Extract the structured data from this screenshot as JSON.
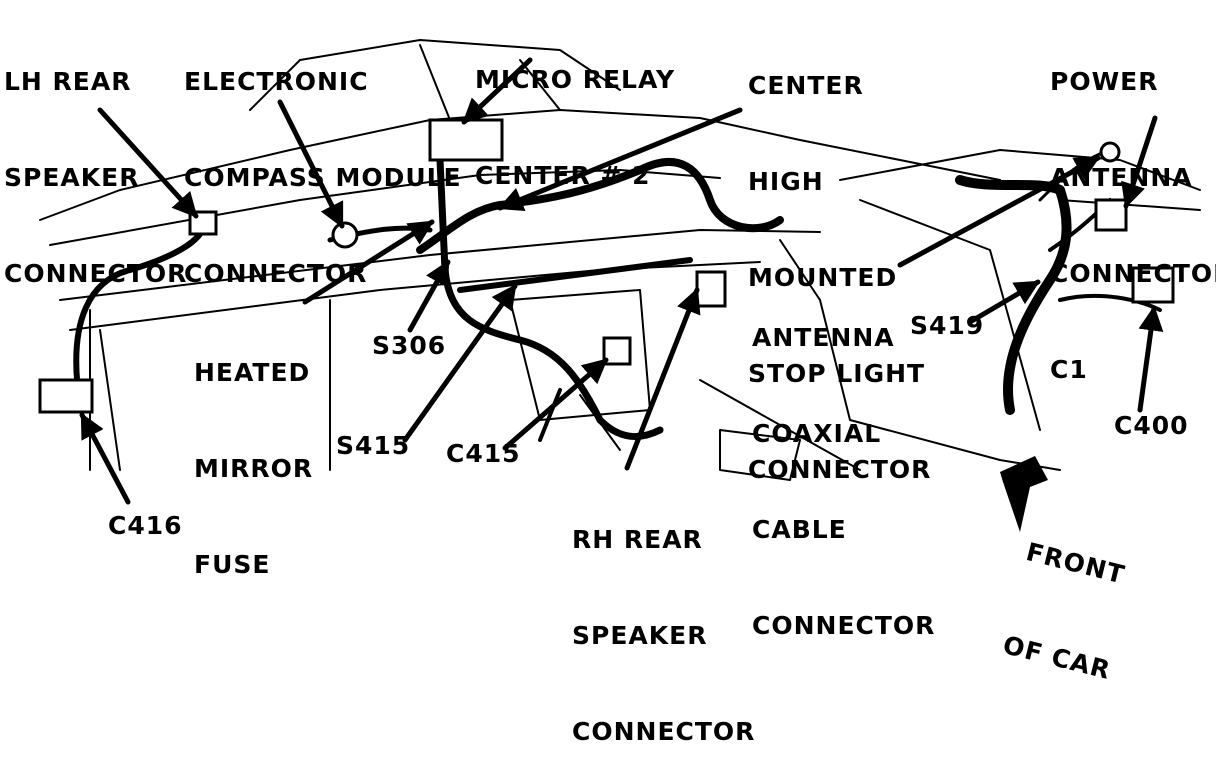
{
  "labels": {
    "lh_rear_speaker": [
      "LH REAR",
      "SPEAKER",
      "CONNECTOR"
    ],
    "electronic_compass": [
      "ELECTRONIC",
      "COMPASS MODULE",
      "CONNECTOR"
    ],
    "micro_relay": [
      "MICRO RELAY",
      "CENTER # 2"
    ],
    "center_high_mounted": [
      "CENTER",
      "HIGH",
      "MOUNTED",
      "STOP LIGHT",
      "CONNECTOR"
    ],
    "power_antenna": [
      "POWER",
      "ANTENNA",
      "CONNECTOR",
      "C1"
    ],
    "heated_mirror_fuse": [
      "HEATED",
      "MIRROR",
      "FUSE"
    ],
    "s306": "S306",
    "antenna_coaxial": [
      "ANTENNA",
      "COAXIAL",
      "CABLE",
      "CONNECTOR"
    ],
    "s419": "S419",
    "c400": "C400",
    "s415": "S415",
    "c415": "C415",
    "rh_rear_speaker": [
      "RH REAR",
      "SPEAKER",
      "CONNECTOR"
    ],
    "front_of_car": [
      "FRONT",
      "OF CAR"
    ],
    "c416": "C416"
  },
  "colors": {
    "ink": "#000000",
    "paper": "#ffffff"
  }
}
